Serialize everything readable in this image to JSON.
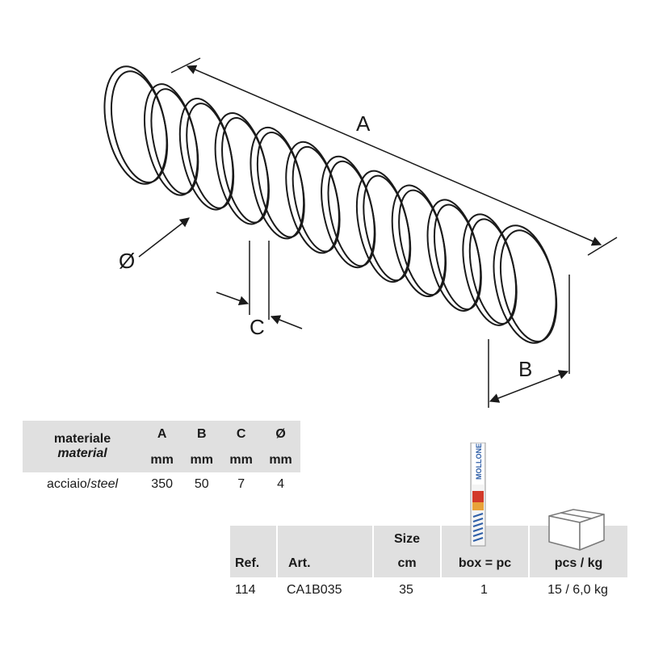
{
  "drawing": {
    "dim_a": "A",
    "dim_b": "B",
    "dim_c": "C",
    "dim_diameter": "Ø"
  },
  "material_table": {
    "header_line1": "materiale",
    "header_line2": "material",
    "columns": [
      "A",
      "B",
      "C",
      "Ø"
    ],
    "units": [
      "mm",
      "mm",
      "mm",
      "mm"
    ],
    "row": {
      "material_it": "acciaio/",
      "material_en": "steel",
      "values": [
        "350",
        "50",
        "7",
        "4"
      ]
    }
  },
  "product_table": {
    "headers": {
      "ref": "Ref.",
      "art": "Art.",
      "size_top": "Size",
      "size_unit": "cm",
      "box": "box = pc",
      "pcs": "pcs / kg"
    },
    "row": {
      "ref": "114",
      "art": "CA1B035",
      "size": "35",
      "box": "1",
      "pcs": "15 / 6,0 kg"
    },
    "package_brand": "MOLLONE",
    "colors": {
      "header_bg": "#e0e0e0",
      "package_blue": "#2f5fa8",
      "package_red": "#d23a2a"
    }
  }
}
